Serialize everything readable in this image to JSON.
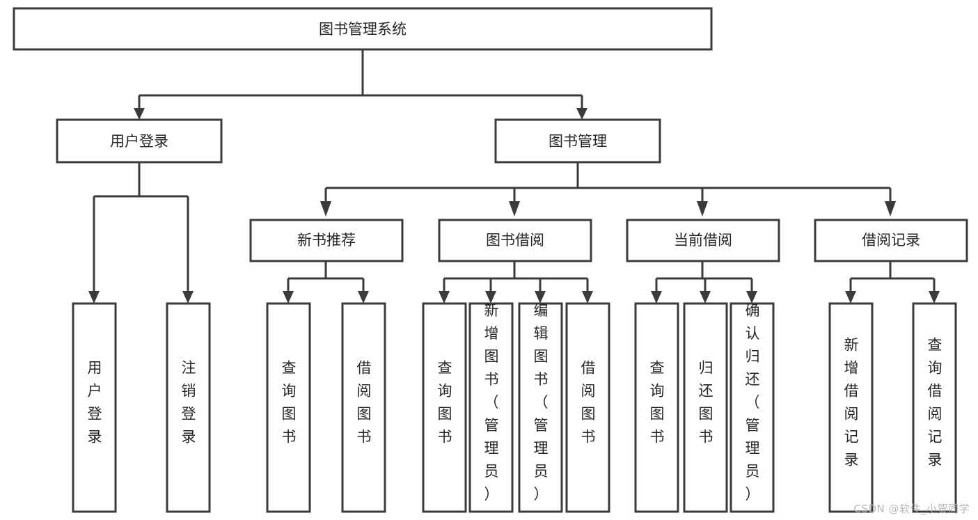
{
  "diagram": {
    "type": "tree-hierarchy-flowchart",
    "title": "图书管理系统",
    "watermark": "CSDN @软件_小贺同学",
    "colors": {
      "stroke": "#3b3b3b",
      "box_fill": "#ffffff",
      "text": "#262626",
      "background": "#ffffff",
      "watermark": "#b9b9b9"
    },
    "levels": {
      "root": {
        "label": "图书管理系统",
        "orientation": "horizontal"
      },
      "level2": [
        {
          "label": "用户登录",
          "orientation": "horizontal"
        },
        {
          "label": "图书管理",
          "orientation": "horizontal"
        }
      ],
      "level3": [
        {
          "label": "新书推荐",
          "orientation": "horizontal",
          "parent": "图书管理"
        },
        {
          "label": "图书借阅",
          "orientation": "horizontal",
          "parent": "图书管理"
        },
        {
          "label": "当前借阅",
          "orientation": "horizontal",
          "parent": "图书管理"
        },
        {
          "label": "借阅记录",
          "orientation": "horizontal",
          "parent": "图书管理"
        }
      ],
      "leaves": [
        {
          "label": "用户登录",
          "orientation": "vertical",
          "parent": "用户登录"
        },
        {
          "label": "注销登录",
          "orientation": "vertical",
          "parent": "用户登录"
        },
        {
          "label": "查询图书",
          "orientation": "vertical",
          "parent": "新书推荐"
        },
        {
          "label": "借阅图书",
          "orientation": "vertical",
          "parent": "新书推荐"
        },
        {
          "label": "查询图书",
          "orientation": "vertical",
          "parent": "图书借阅"
        },
        {
          "label": "新增图书（管理员）",
          "orientation": "vertical",
          "parent": "图书借阅"
        },
        {
          "label": "编辑图书（管理员）",
          "orientation": "vertical",
          "parent": "图书借阅"
        },
        {
          "label": "借阅图书",
          "orientation": "vertical",
          "parent": "图书借阅"
        },
        {
          "label": "查询图书",
          "orientation": "vertical",
          "parent": "当前借阅"
        },
        {
          "label": "归还图书",
          "orientation": "vertical",
          "parent": "当前借阅"
        },
        {
          "label": "确认归还（管理员）",
          "orientation": "vertical",
          "parent": "当前借阅"
        },
        {
          "label": "新增借阅记录",
          "orientation": "vertical",
          "parent": "借阅记录"
        },
        {
          "label": "查询借阅记录",
          "orientation": "vertical",
          "parent": "借阅记录"
        }
      ]
    },
    "nodes": {
      "root": {
        "label": "图书管理系统"
      },
      "user_login": {
        "label": "用户登录"
      },
      "book_manage": {
        "label": "图书管理"
      },
      "new_book_rec": {
        "label": "新书推荐"
      },
      "book_borrow": {
        "label": "图书借阅"
      },
      "current_borrow": {
        "label": "当前借阅"
      },
      "borrow_record": {
        "label": "借阅记录"
      },
      "leaf_user_login": {
        "label": "用户登录"
      },
      "leaf_logout": {
        "label": "注销登录"
      },
      "leaf_query_book_a": {
        "label": "查询图书"
      },
      "leaf_borrow_book_a": {
        "label": "借阅图书"
      },
      "leaf_query_book_b": {
        "label": "查询图书"
      },
      "leaf_add_book": {
        "label": "新增图书（管理员）"
      },
      "leaf_edit_book": {
        "label": "编辑图书（管理员）"
      },
      "leaf_borrow_book_b": {
        "label": "借阅图书"
      },
      "leaf_query_book_c": {
        "label": "查询图书"
      },
      "leaf_return_book": {
        "label": "归还图书"
      },
      "leaf_confirm_return": {
        "label": "确认归还（管理员）"
      },
      "leaf_add_record": {
        "label": "新增借阅记录"
      },
      "leaf_query_record": {
        "label": "查询借阅记录"
      }
    }
  }
}
